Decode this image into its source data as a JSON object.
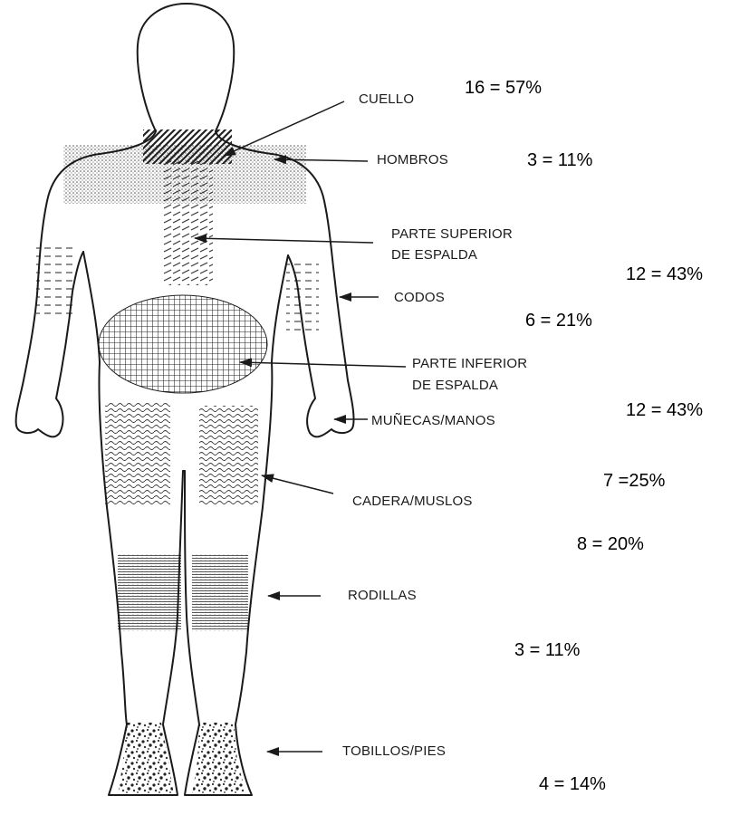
{
  "regions": {
    "cuello": {
      "label": "CUELLO",
      "stat": "16 = 57%"
    },
    "hombros": {
      "label": "HOMBROS",
      "stat": "3 = 11%"
    },
    "espalda_superior": {
      "label_line1": "PARTE SUPERIOR",
      "label_line2": "DE ESPALDA",
      "stat": "12 = 43%"
    },
    "codos": {
      "label": "CODOS",
      "stat": "6 = 21%"
    },
    "espalda_inferior": {
      "label_line1": "PARTE INFERIOR",
      "label_line2": "DE ESPALDA",
      "stat": "12 = 43%"
    },
    "munecas_manos": {
      "label": "MUÑECAS/MANOS",
      "stat": "7 =25%"
    },
    "cadera_muslos": {
      "label": "CADERA/MUSLOS",
      "stat": "8 = 20%"
    },
    "rodillas": {
      "label": "RODILLAS",
      "stat": "3 = 11%"
    },
    "tobillos_pies": {
      "label": "TOBILLOS/PIES",
      "stat": "4 = 14%"
    }
  },
  "colors": {
    "ink": "#1a1a1a",
    "paper": "#ffffff"
  }
}
